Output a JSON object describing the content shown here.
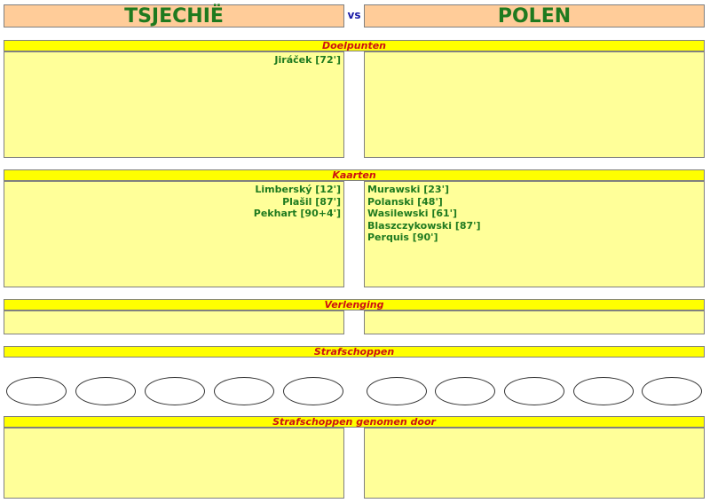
{
  "teams": {
    "home": "TSJECHIË",
    "vs": "vs",
    "away": "POLEN"
  },
  "sections": {
    "goals": "Doelpunten",
    "cards": "Kaarten",
    "extra_time": "Verlenging",
    "penalties": "Strafschoppen",
    "penalty_takers": "Strafschoppen genomen door"
  },
  "goals": {
    "home": [
      "Jiráček [72']"
    ],
    "away": []
  },
  "cards": {
    "home": [
      "Limberský [12']",
      "Plašil [87']",
      "Pekhart [90+4']"
    ],
    "away": [
      "Murawski [23']",
      "Polanski [48']",
      "Wasilewski [61']",
      "Blaszczykowski [87']",
      "Perquis [90']"
    ]
  },
  "colors": {
    "team_box": "#ffcc99",
    "team_text": "#1f7a1f",
    "header_bar": "#ffff00",
    "header_text": "#cc1111",
    "panel": "#ffff99",
    "vs_text": "#1a1aa6"
  }
}
